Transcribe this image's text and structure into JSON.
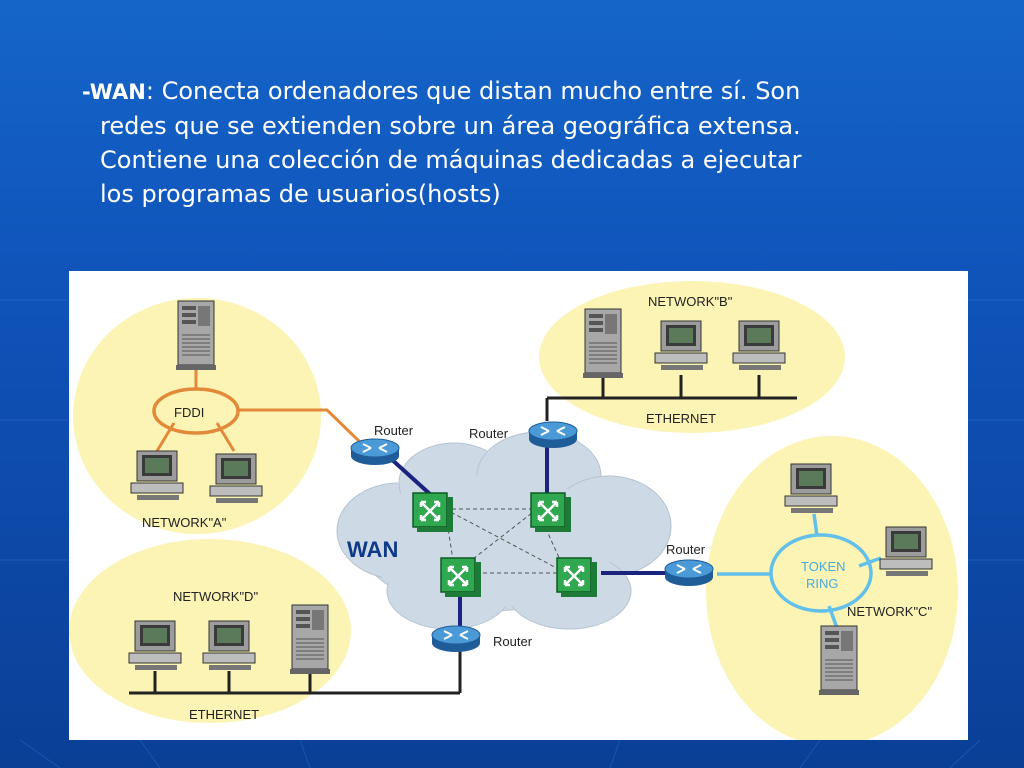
{
  "slide": {
    "prefix": "-",
    "term": "WAN",
    "colon": ":",
    "line1": " Conecta ordenadores que distan mucho entre sí. Son",
    "line2": "redes que se extienden sobre un área geográfica extensa.",
    "line3": "Contiene una colección de máquinas dedicadas a ejecutar",
    "line4": "los programas de usuarios(hosts)"
  },
  "diagram": {
    "cloud_label": "WAN",
    "routers": {
      "top_left": "Router",
      "top_center": "Router",
      "right": "Router",
      "bottom": "Router"
    },
    "networks": {
      "a": {
        "name": "NETWORK\"A\"",
        "ring": "FDDI"
      },
      "b": {
        "name": "NETWORK\"B\"",
        "bus": "ETHERNET"
      },
      "c": {
        "name": "NETWORK\"C\"",
        "ring_line1": "TOKEN",
        "ring_line2": "RING"
      },
      "d": {
        "name": "NETWORK\"D\"",
        "bus": "ETHERNET"
      }
    },
    "colors": {
      "network_bg": "#fbf4b5",
      "fddi": "#e28a3a",
      "token_ring": "#62c0ea",
      "wan_link": "#1a237e",
      "switch": "#2fa84f",
      "router": "#3b86c8",
      "cloud": "#cdd9e4"
    }
  }
}
